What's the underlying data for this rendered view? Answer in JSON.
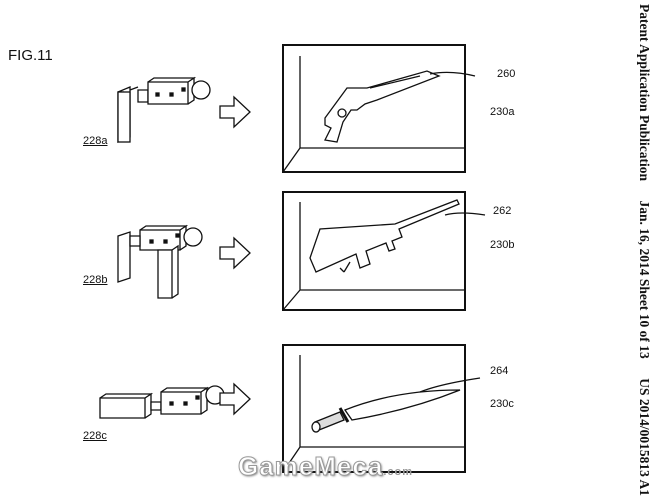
{
  "figure_label": "FIG.11",
  "header": {
    "publication": "Patent Application Publication",
    "date_sheet": "Jan. 16, 2014  Sheet 10 of 13",
    "number": "US 2014/0015813 A1"
  },
  "rows": [
    {
      "controller_label": "228a",
      "object_label": "260",
      "screen_label": "230a"
    },
    {
      "controller_label": "228b",
      "object_label": "262",
      "screen_label": "230b"
    },
    {
      "controller_label": "228c",
      "object_label": "264",
      "screen_label": "230c"
    }
  ],
  "watermark": {
    "brand": "GameMeca",
    "suffix": ".com"
  }
}
